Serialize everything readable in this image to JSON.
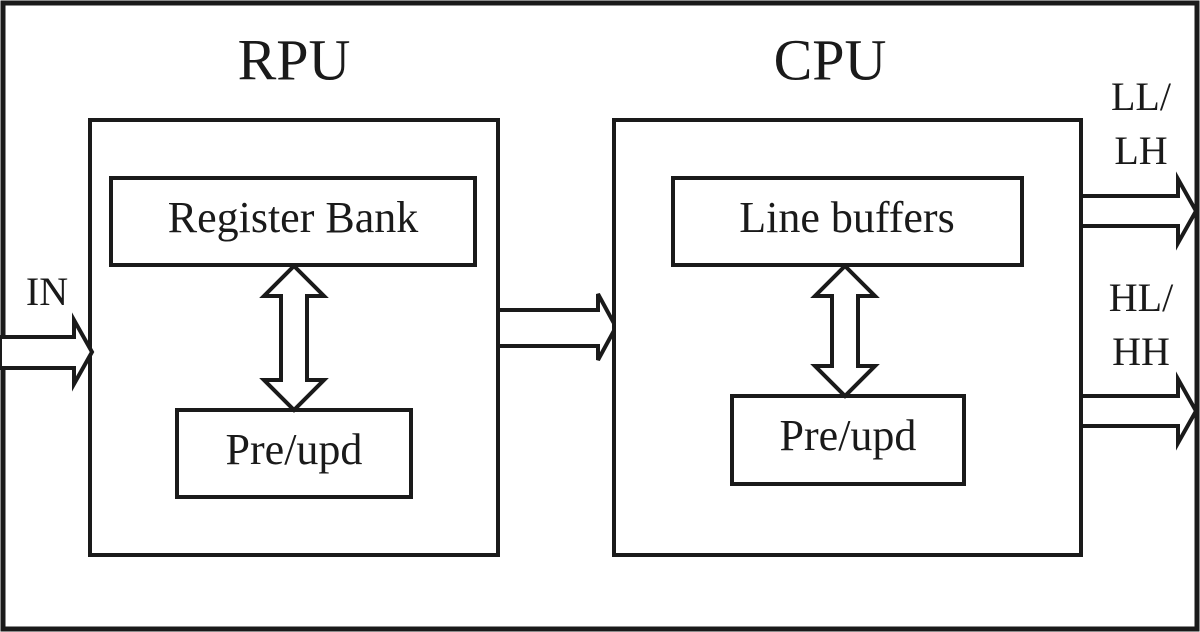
{
  "rpu": {
    "title": "RPU",
    "register_bank": "Register Bank",
    "pre_upd": "Pre/upd"
  },
  "cpu": {
    "title": "CPU",
    "line_buffers": "Line buffers",
    "pre_upd": "Pre/upd"
  },
  "ports": {
    "input": "IN",
    "ll_lh": [
      "LL/",
      "LH"
    ],
    "hl_hh": [
      "HL/",
      "HH"
    ]
  }
}
